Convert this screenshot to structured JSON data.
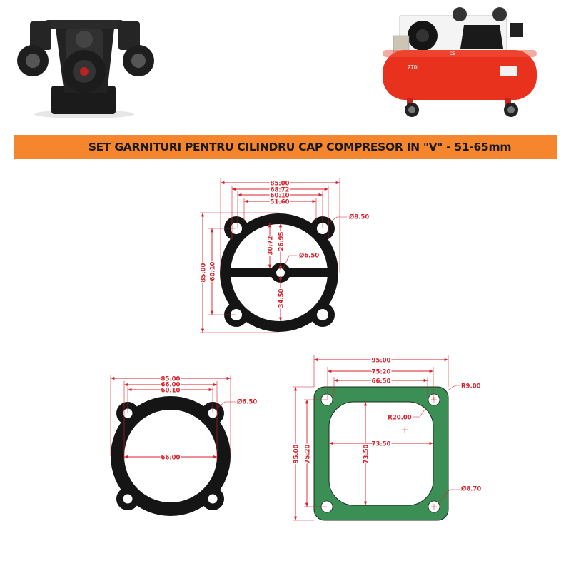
{
  "banner": {
    "title": "SET GARNITURI PENTRU CILINDRU CAP COMPRESOR IN \"V\" - 51-65mm",
    "color": "#f6862d"
  },
  "photos": {
    "pump_head": {
      "icon": "compressor-pump-head-photo"
    },
    "compressor": {
      "icon": "air-compressor-photo",
      "tank_label": "270L",
      "mark": "CE",
      "tank_color": "#e8321e"
    }
  },
  "colors": {
    "dimension": "#d9202a",
    "gasket_black": "#151515",
    "gasket_green": "#3b8f55"
  },
  "drawings": {
    "top_gasket": {
      "width_outer": "85.00",
      "width_lugs": "68.72",
      "width_holes": "60.10",
      "width_inner": "51.60",
      "height_outer": "85.00",
      "height_holes": "60.10",
      "upper_inner": "30.72",
      "upper_to_hole": "26.95",
      "lower_inner": "34.50",
      "hole_dia": "Ø8.50",
      "center_hole_dia": "Ø6.50"
    },
    "round_gasket": {
      "width_outer": "85.00",
      "width_lugs": "66.00",
      "width_holes": "60.10",
      "inner_dia": "66.00",
      "hole_dia": "Ø6.50"
    },
    "square_gasket": {
      "width_outer": "95.00",
      "width_holes": "75.20",
      "width_inner_holes": "66.50",
      "height_outer": "95.00",
      "height_holes": "75.20",
      "inner_width": "73.50",
      "inner_height": "73.50",
      "corner_radius": "R9.00",
      "inner_radius": "R20.00",
      "hole_dia": "Ø8.70"
    }
  }
}
